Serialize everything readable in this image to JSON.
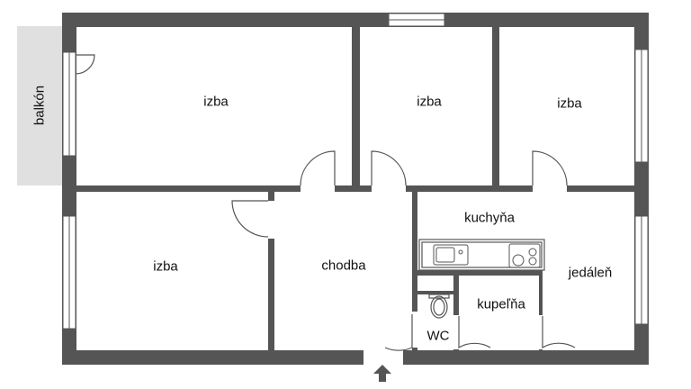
{
  "rooms": {
    "izba_1": "izba",
    "izba_2": "izba",
    "izba_3": "izba",
    "izba_4": "izba",
    "chodba": "chodba",
    "kuchyna": "kuchyňa",
    "jedalen": "jedáleň",
    "kupelna": "kupeľňa",
    "wc": "WC"
  },
  "balkon": "balkón",
  "colors": {
    "wall": "#555555",
    "balcony": "#e0e0e0",
    "window": "#ffffff"
  },
  "icons": [
    "door-swing-icon",
    "sink-icon",
    "stove-icon",
    "toilet-icon",
    "entrance-arrow-icon"
  ]
}
